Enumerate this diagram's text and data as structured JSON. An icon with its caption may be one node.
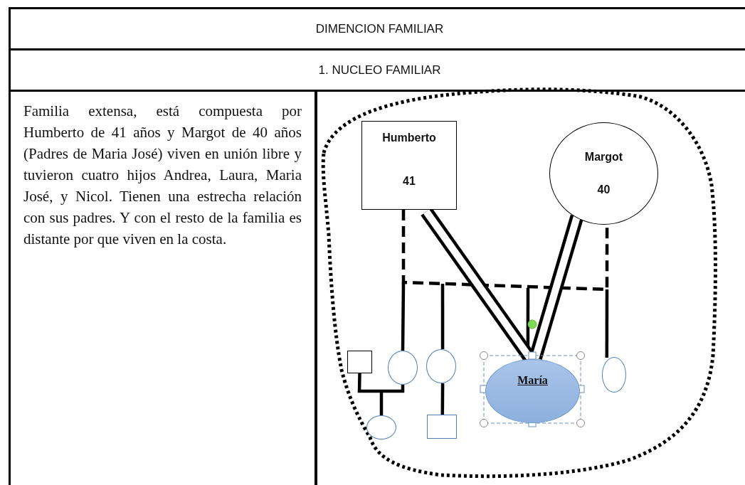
{
  "diagram": {
    "title": "DIMENCION FAMILIAR",
    "nodes": [
      {
        "text": [
          "Humberto",
          "41"
        ]
      },
      {
        "text": [
          "Margot",
          "40"
        ]
      },
      {
        "text": [],
        "shape": "box"
      },
      {
        "text": [],
        "shape": "circle"
      },
      {
        "text": [],
        "shape": "circle"
      },
      {
        "text": [
          "María"
        ]
      },
      {
        "text": [],
        "shape": "circle"
      },
      {
        "text": [],
        "shape": "circle"
      },
      {
        "text": [],
        "shape": "box"
      }
    ],
    "edges": [
      {
        "from": 0,
        "to": 1,
        "arrow": "none",
        "style": "dashed"
      },
      {
        "from": null,
        "to": 3,
        "arrow": "none"
      },
      {
        "from": null,
        "to": 4,
        "arrow": "none"
      },
      {
        "from": null,
        "to": 5,
        "arrow": "none"
      },
      {
        "from": null,
        "to": 6,
        "arrow": "none"
      },
      {
        "from": 0,
        "to": 5,
        "arrow": "none",
        "style": "thick"
      },
      {
        "from": 1,
        "to": 5,
        "arrow": "none",
        "style": "thick"
      },
      {
        "from": 2,
        "to": 3,
        "arrow": "none"
      },
      {
        "from": null,
        "to": 7,
        "arrow": "none"
      },
      {
        "from": 4,
        "to": 8,
        "arrow": "none"
      }
    ],
    "labels": [
      "1. NUCLEO FAMILIAR",
      "Familia extensa, está compuesta por Humberto de 41 años y Margot de 40 años (Padres de Maria José) viven en unión libre y tuvieron cuatro hijos Andrea, Laura, Maria José, y Nicol. Tienen una estrecha relación con sus padres. Y con el resto de la familia es distante por que viven en la costa."
    ]
  }
}
